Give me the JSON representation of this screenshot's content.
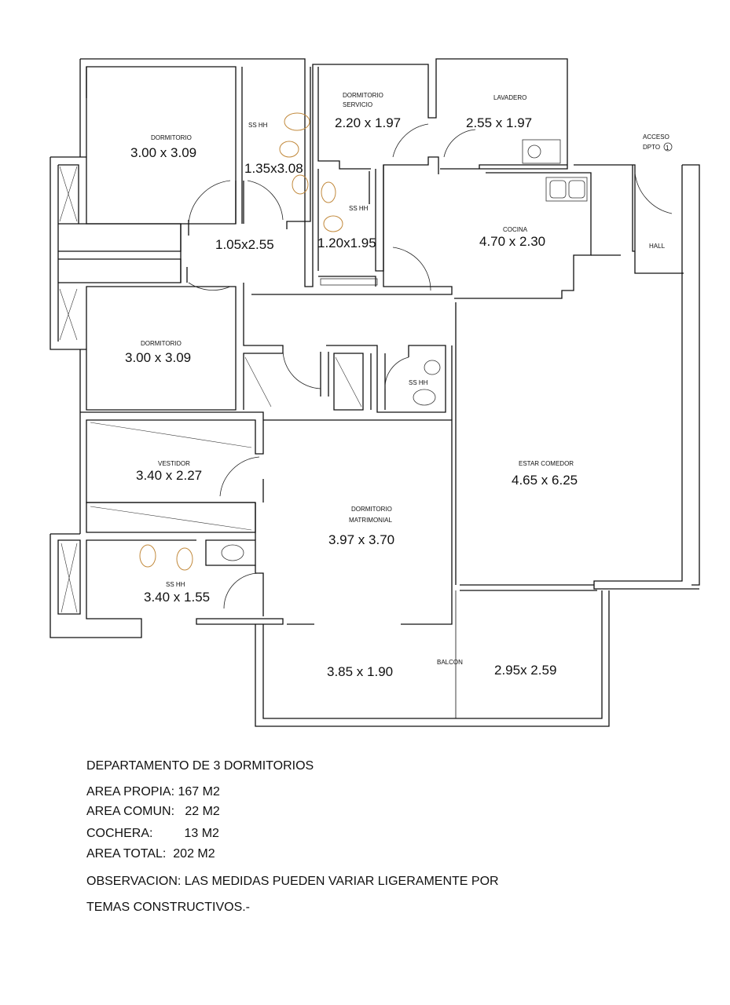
{
  "rooms": {
    "dorm1_name": "DORMITORIO",
    "dorm1_dim": "3.00 x 3.09",
    "sshh1_name": "SS HH",
    "sshh1_dim": "1.35x3.08",
    "dserv_name1": "DORMITORIO",
    "dserv_name2": "SERVICIO",
    "dserv_dim": "2.20 x 1.97",
    "lav_name": "LAVADERO",
    "lav_dim": "2.55 x 1.97",
    "acceso1": "ACCESO",
    "acceso2": "DPTO",
    "acceso_num": "1",
    "hall_name": "HALL",
    "pasillo_dim": "1.05x2.55",
    "sshh2_name": "SS HH",
    "sshh2_dim": "1.20x1.95",
    "cocina_name": "COCINA",
    "cocina_dim": "4.70 x 2.30",
    "dorm2_name": "DORMITORIO",
    "dorm2_dim": "3.00 x 3.09",
    "sshh3_name": "SS HH",
    "vest_name": "VESTIDOR",
    "vest_dim": "3.40 x 2.27",
    "estar_name": "ESTAR COMEDOR",
    "estar_dim": "4.65 x 6.25",
    "matr_name1": "DORMITORIO",
    "matr_name2": "MATRIMONIAL",
    "matr_dim": "3.97 x 3.70",
    "sshh4_name": "SS HH",
    "sshh4_dim": "3.40 x 1.55",
    "balcon_name": "BALCON",
    "balcon_dim1": "3.85 x 1.90",
    "balcon_dim2": "2.95x 2.59"
  },
  "info": {
    "title": "DEPARTAMENTO DE 3 DORMITORIOS",
    "area_propia": "AREA PROPIA: 167 M2",
    "area_comun": "AREA COMUN:   22 M2",
    "cochera": "COCHERA:         13 M2",
    "area_total": "AREA TOTAL:  202 M2",
    "obs1": "OBSERVACION: LAS MEDIDAS PUEDEN VARIAR LIGERAMENTE POR",
    "obs2": "TEMAS CONSTRUCTIVOS.-"
  }
}
